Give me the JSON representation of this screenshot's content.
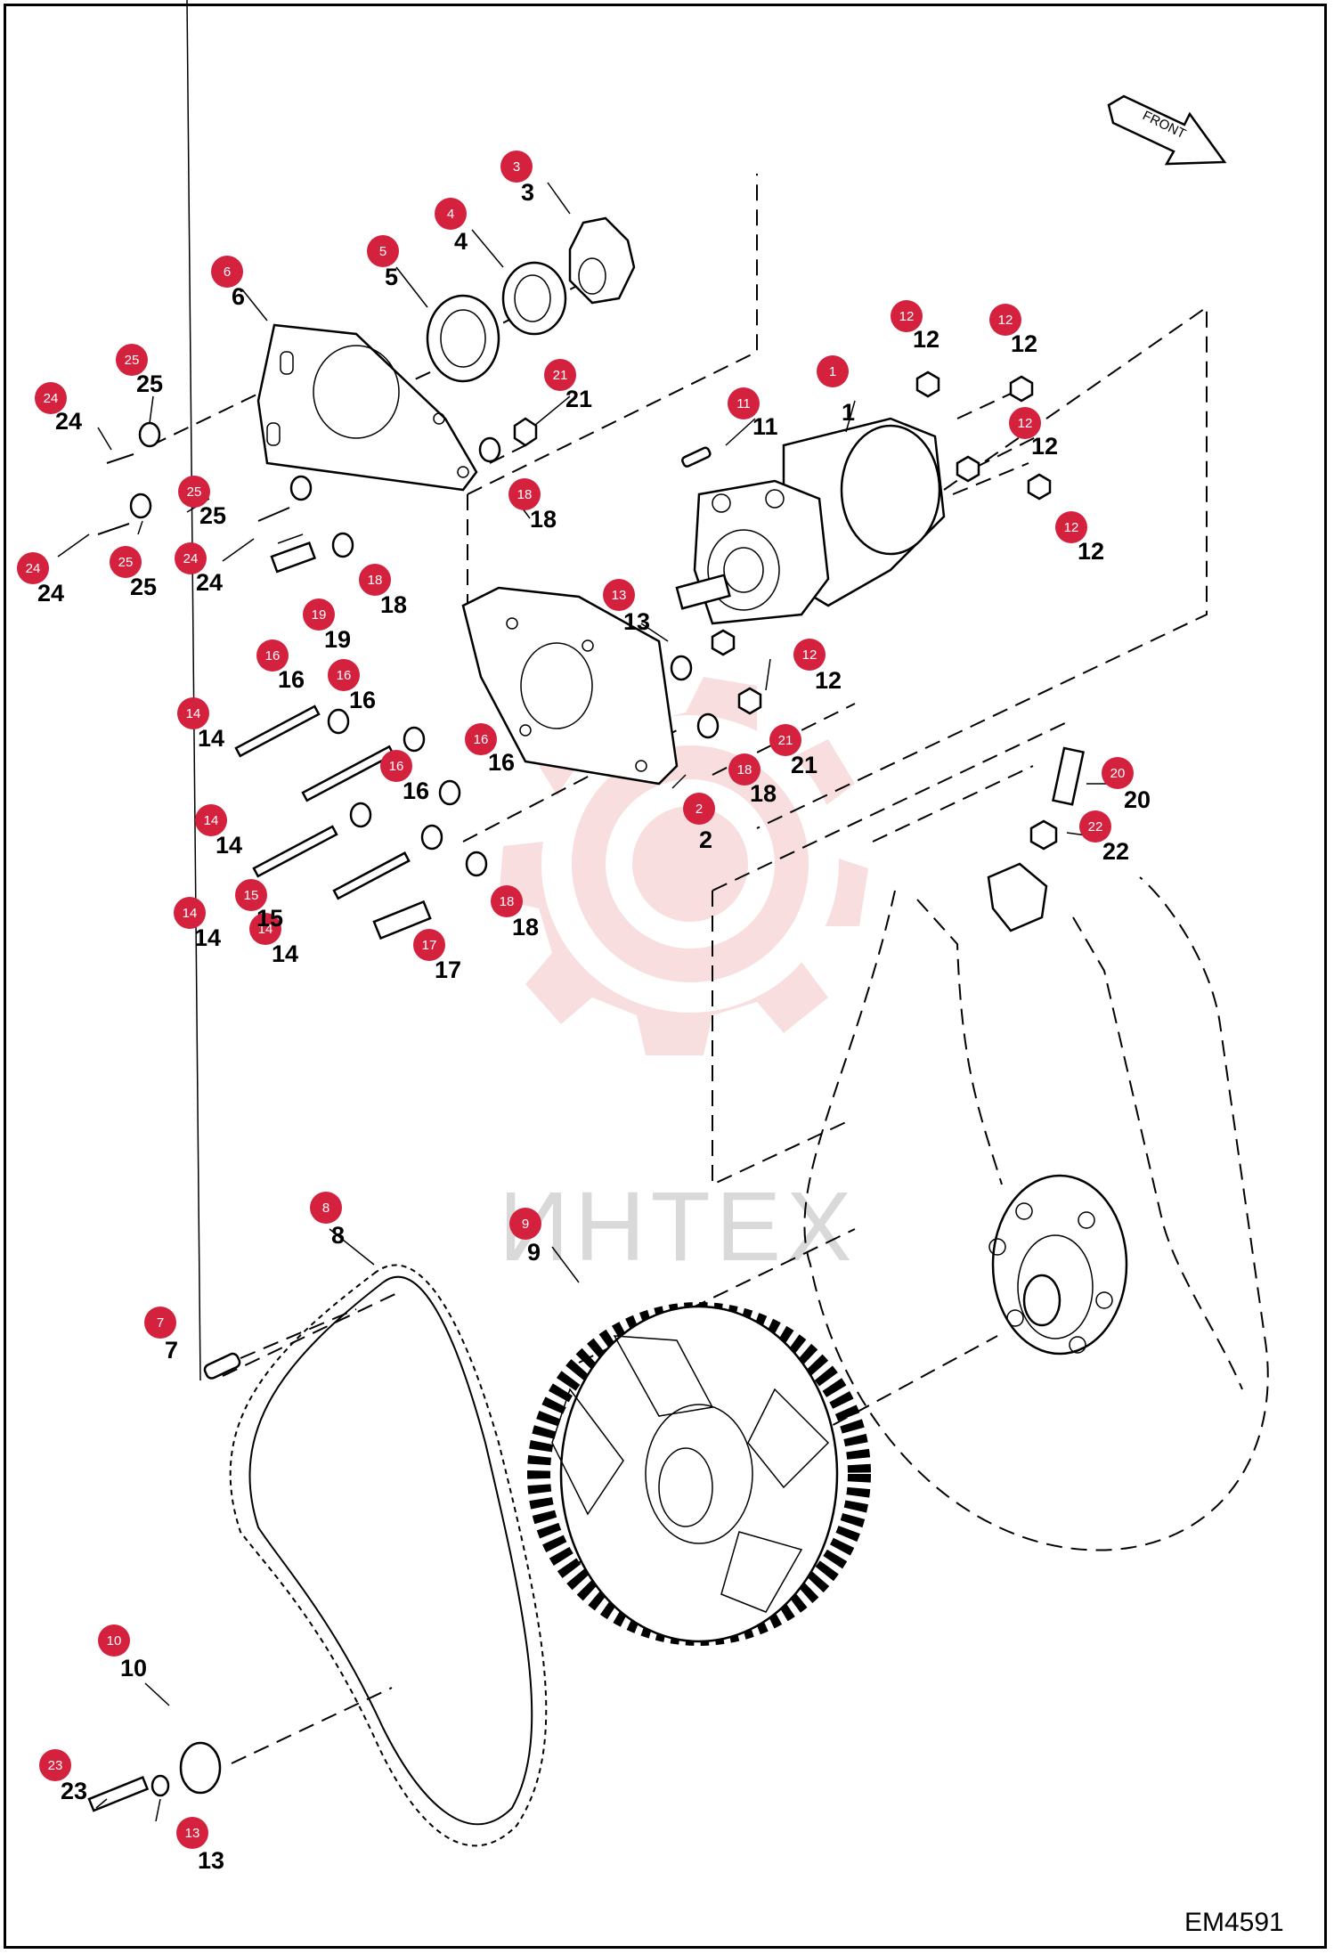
{
  "diagram_code": "EM4591",
  "direction_label": "FRONT",
  "watermark_text": "ИНТЕХ",
  "badge_color": "#d4213d",
  "watermark_color": "#f3c4c4",
  "callouts": [
    {
      "id": "c1",
      "label": "1"
    },
    {
      "id": "c2",
      "label": "2"
    },
    {
      "id": "c3",
      "label": "3"
    },
    {
      "id": "c4",
      "label": "4"
    },
    {
      "id": "c5",
      "label": "5"
    },
    {
      "id": "c6",
      "label": "6"
    },
    {
      "id": "c7",
      "label": "7"
    },
    {
      "id": "c8",
      "label": "8"
    },
    {
      "id": "c9",
      "label": "9"
    },
    {
      "id": "c10",
      "label": "10"
    },
    {
      "id": "c11",
      "label": "11"
    },
    {
      "id": "c12a",
      "label": "12"
    },
    {
      "id": "c12b",
      "label": "12"
    },
    {
      "id": "c12c",
      "label": "12"
    },
    {
      "id": "c12d",
      "label": "12"
    },
    {
      "id": "c12e",
      "label": "12"
    },
    {
      "id": "c13a",
      "label": "13"
    },
    {
      "id": "c13b",
      "label": "13"
    },
    {
      "id": "c14a",
      "label": "14"
    },
    {
      "id": "c14b",
      "label": "14"
    },
    {
      "id": "c14c",
      "label": "14"
    },
    {
      "id": "c14d",
      "label": "14"
    },
    {
      "id": "c15",
      "label": "15"
    },
    {
      "id": "c16a",
      "label": "16"
    },
    {
      "id": "c16b",
      "label": "16"
    },
    {
      "id": "c16c",
      "label": "16"
    },
    {
      "id": "c16d",
      "label": "16"
    },
    {
      "id": "c17",
      "label": "17"
    },
    {
      "id": "c18a",
      "label": "18"
    },
    {
      "id": "c18b",
      "label": "18"
    },
    {
      "id": "c18c",
      "label": "18"
    },
    {
      "id": "c18d",
      "label": "18"
    },
    {
      "id": "c19",
      "label": "19"
    },
    {
      "id": "c20",
      "label": "20"
    },
    {
      "id": "c21a",
      "label": "21"
    },
    {
      "id": "c21b",
      "label": "21"
    },
    {
      "id": "c22",
      "label": "22"
    },
    {
      "id": "c23",
      "label": "23"
    },
    {
      "id": "c24a",
      "label": "24"
    },
    {
      "id": "c24b",
      "label": "24"
    },
    {
      "id": "c24c",
      "label": "24"
    },
    {
      "id": "c25a",
      "label": "25"
    },
    {
      "id": "c25b",
      "label": "25"
    },
    {
      "id": "c25c",
      "label": "25"
    }
  ]
}
